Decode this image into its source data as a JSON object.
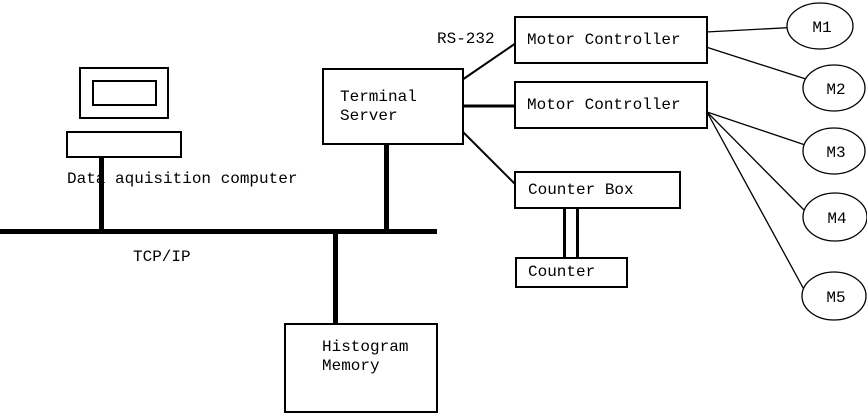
{
  "diagram": {
    "computer": {
      "label": "Data aquisition computer"
    },
    "network": {
      "bus_label": "TCP/IP",
      "serial_label": "RS-232"
    },
    "nodes": {
      "terminal_server": {
        "line1": "Terminal",
        "line2": "Server"
      },
      "motor_controller_1": {
        "label": "Motor Controller"
      },
      "motor_controller_2": {
        "label": "Motor Controller"
      },
      "counter_box": {
        "label": "Counter Box"
      },
      "counter": {
        "label": "Counter"
      },
      "histogram_memory": {
        "line1": "Histogram",
        "line2": "Memory"
      }
    },
    "motors": [
      {
        "label": "M1"
      },
      {
        "label": "M2"
      },
      {
        "label": "M3"
      },
      {
        "label": "M4"
      },
      {
        "label": "M5"
      }
    ],
    "colors": {
      "line": "#000000",
      "background": "#ffffff"
    }
  }
}
